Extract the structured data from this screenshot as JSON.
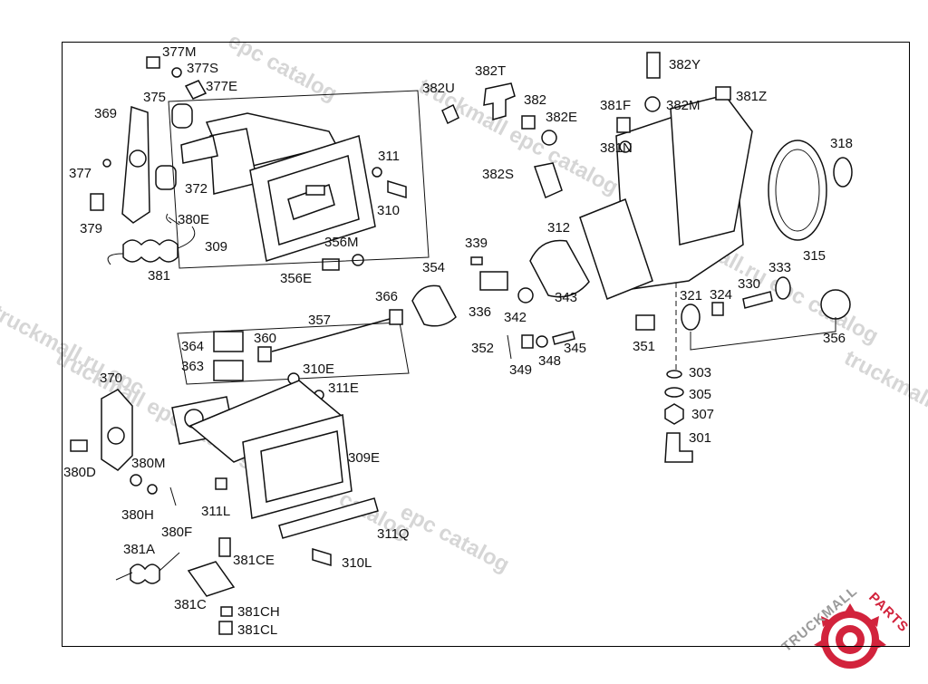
{
  "watermarks": [
    "epc catalog",
    "truckmall epc catalog",
    "truckmall.ru epc catalog",
    "truckmall.ru epc",
    "truckmall epc catalog",
    "truckmall epc catalog",
    "epc catalog",
    "truckmall.ru e"
  ],
  "brand": {
    "text_left": "TRUCKMALL",
    "text_right": "PARTS",
    "accent_color": "#d2233c",
    "text_color": "#9a9a9a",
    "icon": "gear-logo-icon"
  },
  "labels": [
    "377M",
    "377S",
    "377E",
    "375",
    "369",
    "377",
    "372",
    "379",
    "380E",
    "381",
    "309",
    "311",
    "310",
    "356M",
    "356E",
    "382T",
    "382U",
    "382",
    "382E",
    "382S",
    "312",
    "339",
    "336",
    "354",
    "366",
    "342",
    "343",
    "352",
    "349",
    "348",
    "345",
    "382Y",
    "381Z",
    "381F",
    "382M",
    "381N",
    "318",
    "315",
    "333",
    "330",
    "324",
    "321",
    "351",
    "356",
    "303",
    "305",
    "307",
    "301",
    "357",
    "364",
    "360",
    "363",
    "310E",
    "311E",
    "370",
    "380D",
    "380M",
    "380H",
    "380F",
    "309E",
    "311L",
    "381A",
    "381CE",
    "311Q",
    "310L",
    "381C",
    "381CH",
    "381CL"
  ]
}
